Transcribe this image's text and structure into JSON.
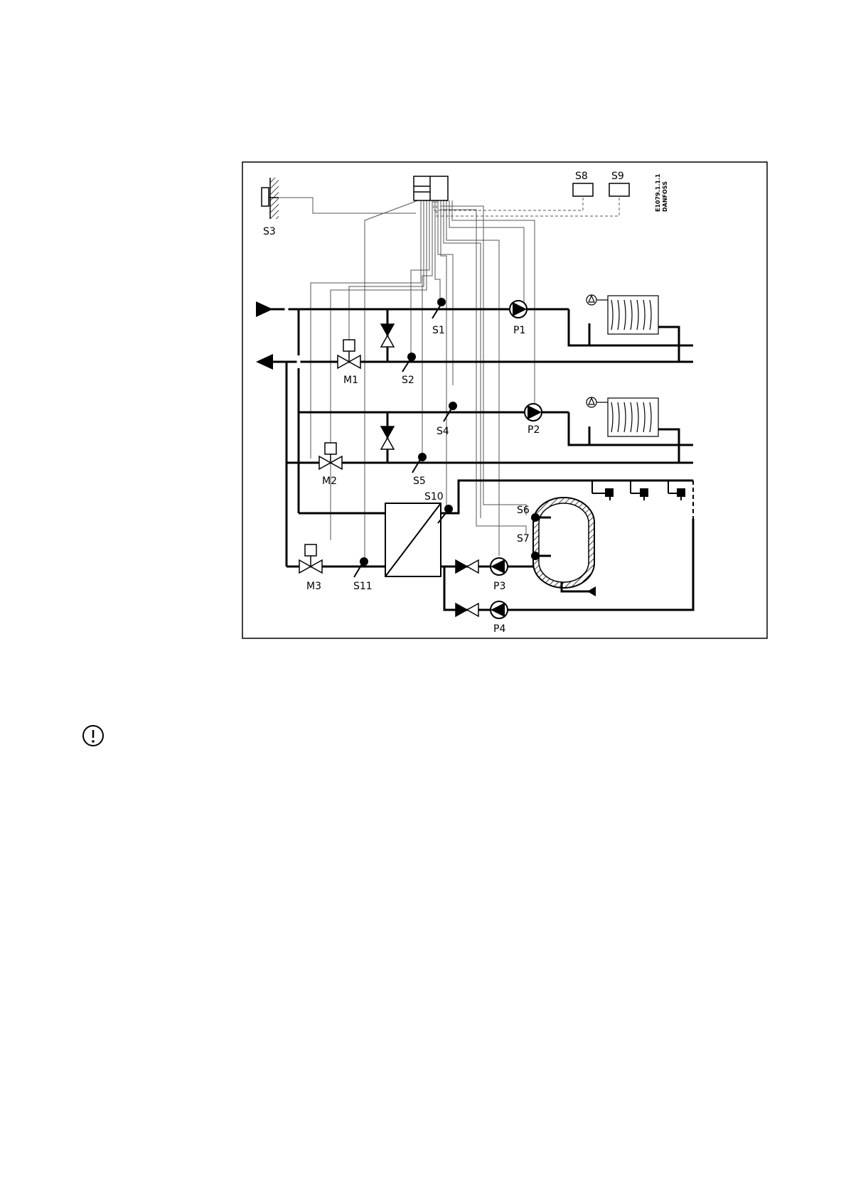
{
  "diagram": {
    "code_line1": "E1079.1.1.1",
    "code_line2": "DANFOSS",
    "sensors": {
      "s1": "S1",
      "s2": "S2",
      "s3": "S3",
      "s4": "S4",
      "s5": "S5",
      "s6": "S6",
      "s7": "S7",
      "s8": "S8",
      "s9": "S9",
      "s10": "S10",
      "s11": "S11"
    },
    "pumps": {
      "p1": "P1",
      "p2": "P2",
      "p3": "P3",
      "p4": "P4"
    },
    "valves": {
      "m1": "M1",
      "m2": "M2",
      "m3": "M3"
    }
  },
  "notice": {
    "icon": "warning-icon"
  }
}
